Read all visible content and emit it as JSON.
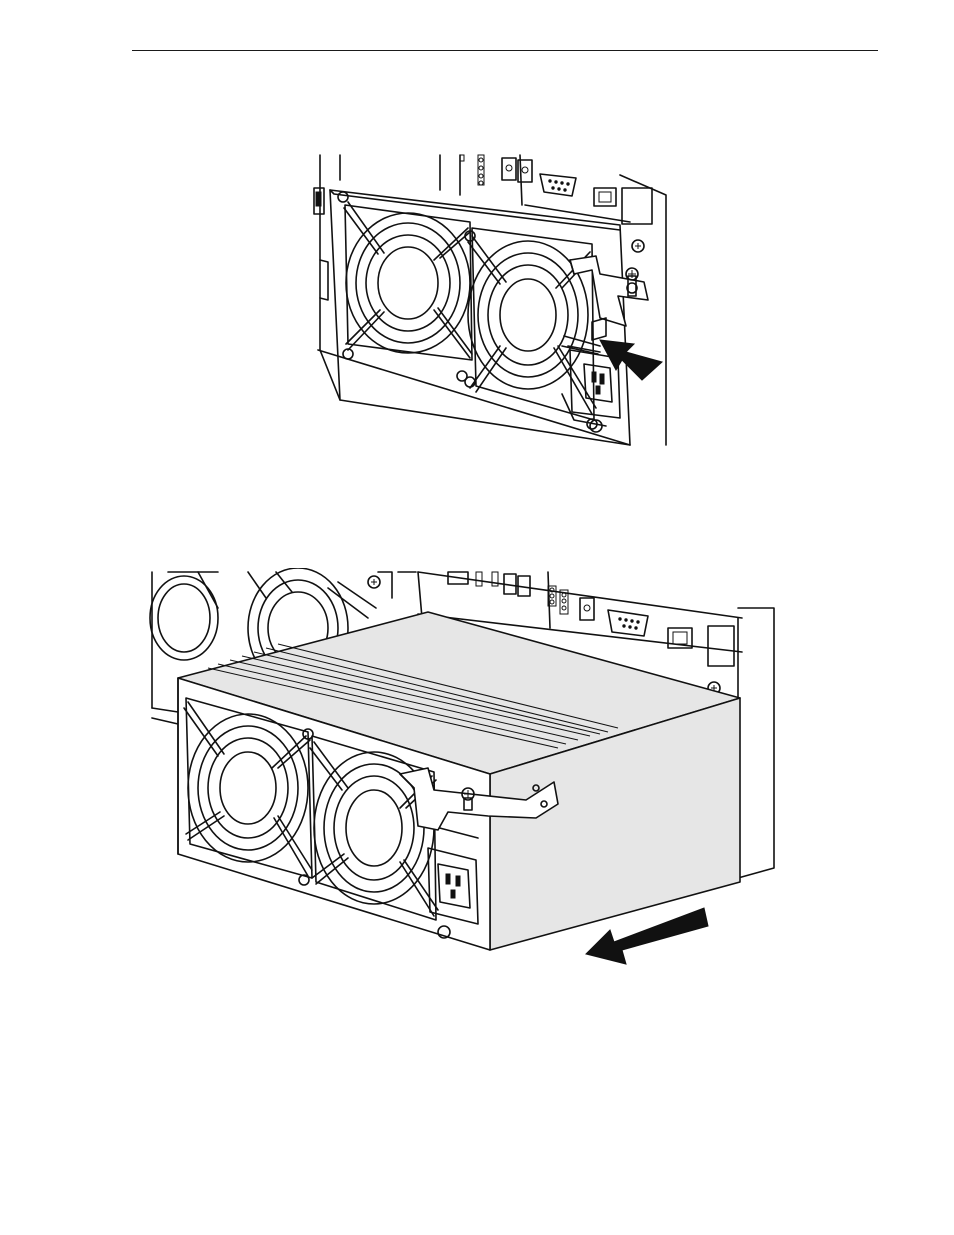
{
  "page": {
    "background": "#ffffff",
    "rule_color": "#1a1a1a"
  },
  "figures": [
    {
      "id": "top",
      "depicts": "power-supply-rear-with-latch-arrow"
    },
    {
      "id": "bottom",
      "depicts": "power-supply-sliding-out-arrow"
    }
  ]
}
